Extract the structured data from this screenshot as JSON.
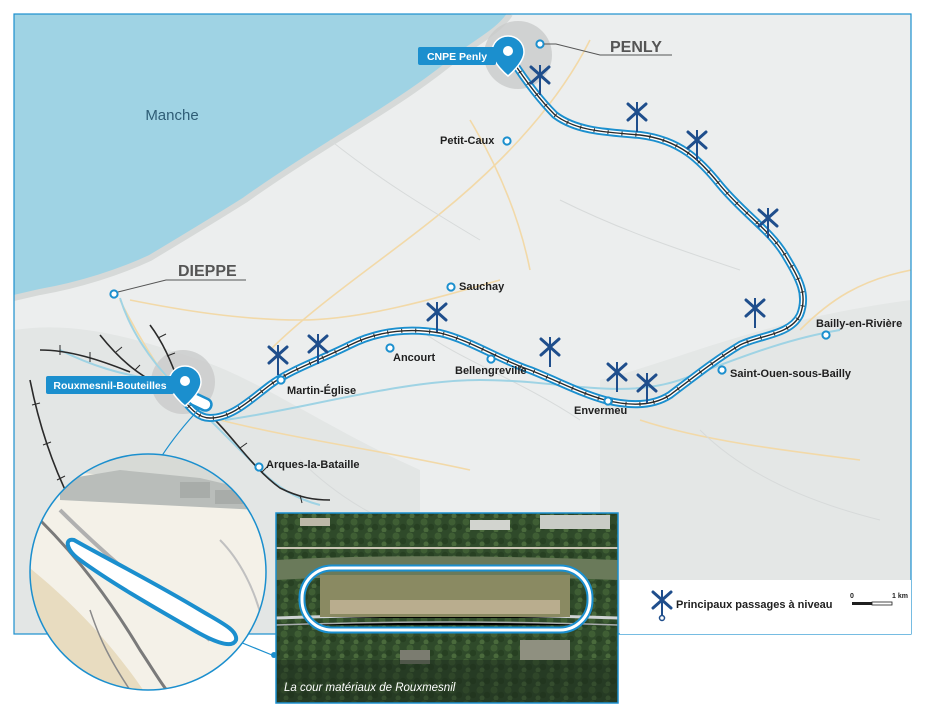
{
  "map": {
    "sea_label": "Manche",
    "big_towns": [
      {
        "id": "penly",
        "label": "PENLY"
      },
      {
        "id": "dieppe",
        "label": "DIEPPE"
      }
    ],
    "pins": [
      {
        "id": "cnpe",
        "label": "CNPE Penly"
      },
      {
        "id": "rouxmesnil",
        "label": "Rouxmesnil-Bouteilles"
      }
    ],
    "places": [
      {
        "id": "petit-caux",
        "label": "Petit-Caux"
      },
      {
        "id": "sauchay",
        "label": "Sauchay"
      },
      {
        "id": "ancourt",
        "label": "Ancourt"
      },
      {
        "id": "martin-eglise",
        "label": "Martin-Église"
      },
      {
        "id": "bellengreville",
        "label": "Bellengreville"
      },
      {
        "id": "envermeu",
        "label": "Envermeu"
      },
      {
        "id": "saint-ouen",
        "label": "Saint-Ouen-sous-Bailly"
      },
      {
        "id": "bailly",
        "label": "Bailly-en-Rivière"
      },
      {
        "id": "arques",
        "label": "Arques-la-Bataille"
      }
    ],
    "legend": {
      "crossing_label": "Principaux passages à niveau",
      "scale_start": "0",
      "scale_end": "1 km"
    },
    "photo_caption": "La cour matériaux de Rouxmesnil",
    "colors": {
      "sea": "#9fd3e4",
      "land": "#eceeee",
      "route": "#1b8fce",
      "crossing": "#1f4e8c",
      "roads": "#f2d9a8",
      "rail": "#2a2a2a"
    }
  }
}
